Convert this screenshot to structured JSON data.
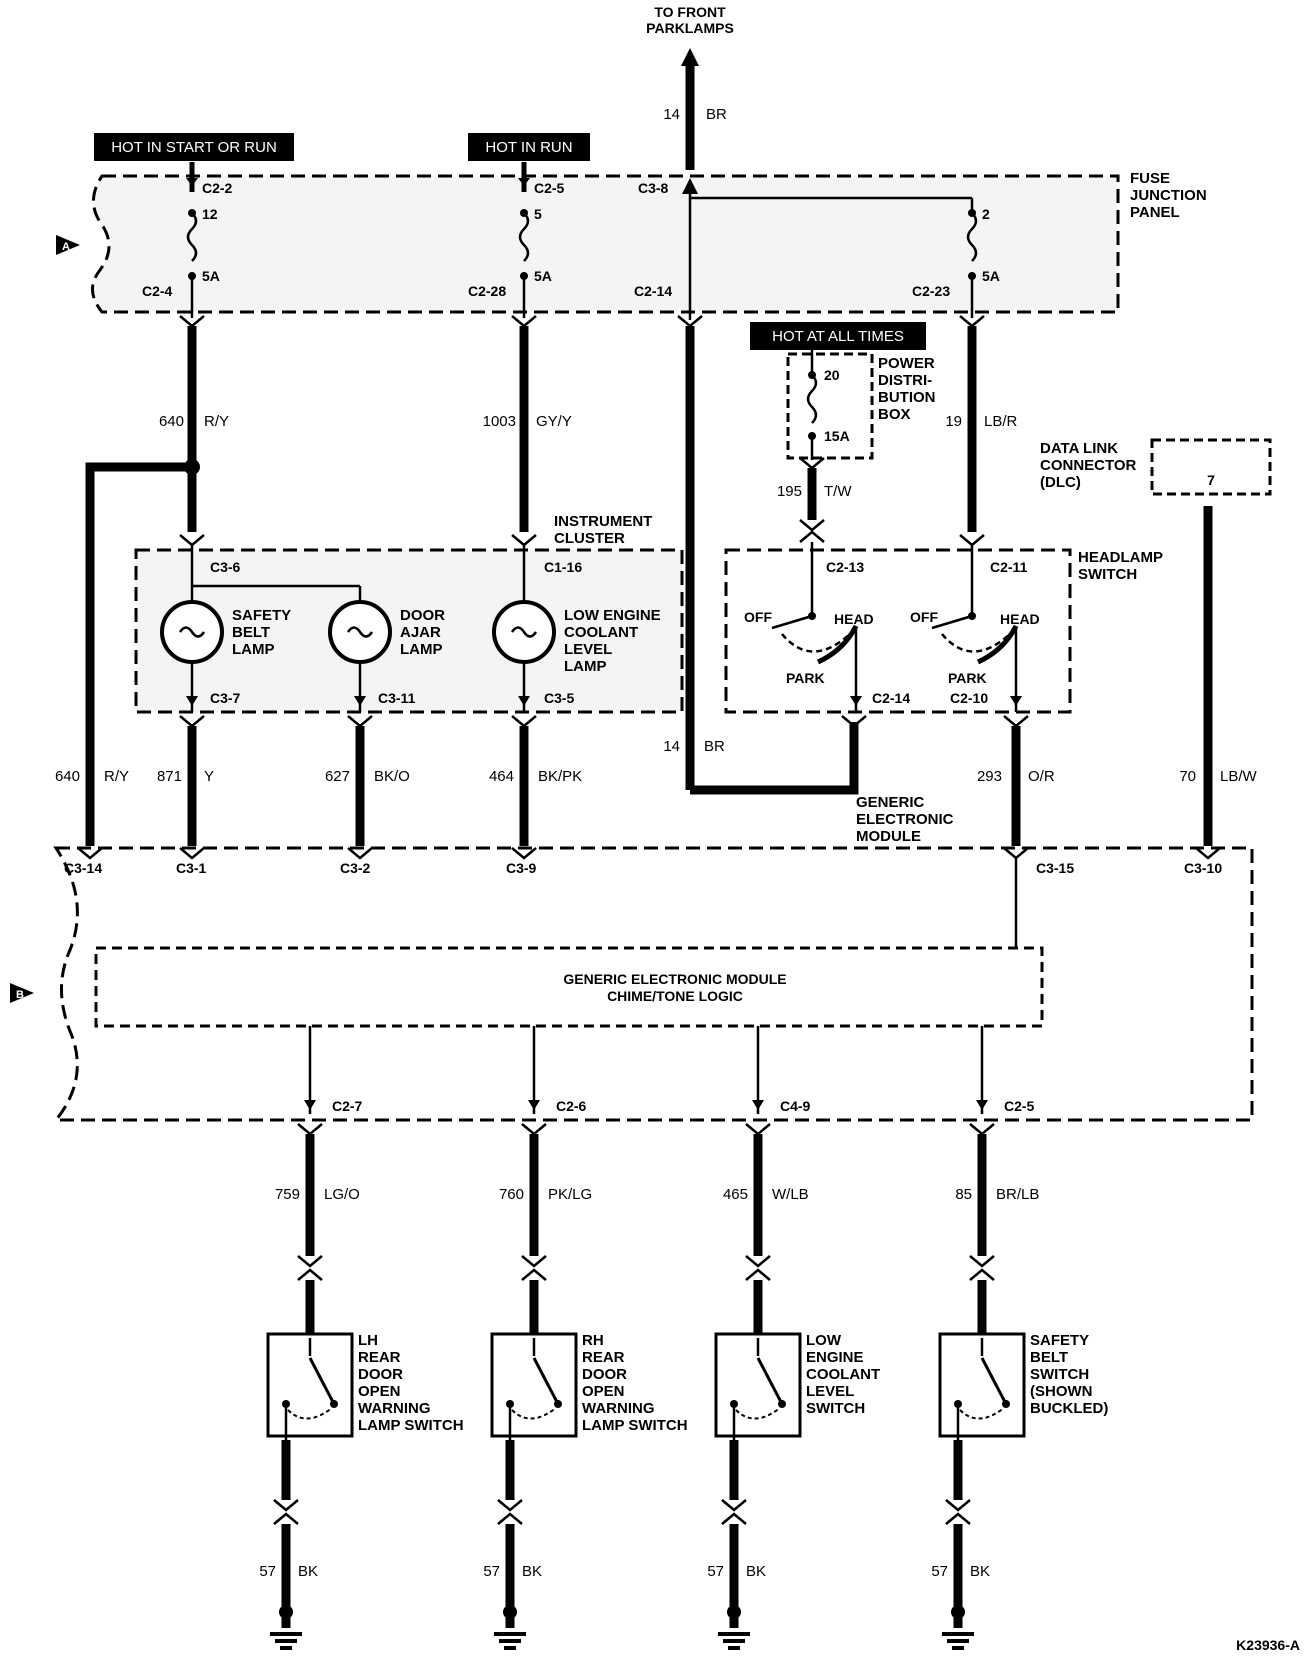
{
  "top": {
    "to_label": [
      "TO FRONT",
      "PARKLAMPS"
    ],
    "wire": "14",
    "color": "BR"
  },
  "banners": {
    "start_run": "HOT IN START OR RUN",
    "run": "HOT IN RUN",
    "all_times": "HOT AT ALL TIMES"
  },
  "fuse_panel": {
    "label": [
      "FUSE",
      "JUNCTION",
      "PANEL"
    ],
    "marker": "A",
    "fuses": [
      {
        "num": "12",
        "rating": "5A",
        "in": "C2-2",
        "out": "C2-4"
      },
      {
        "num": "5",
        "rating": "5A",
        "in": "C2-5",
        "out": "C2-28"
      },
      {
        "num": "2",
        "rating": "5A",
        "in": "",
        "out": "C2-23"
      }
    ],
    "bus_in": "C3-8",
    "bus_out": "C2-14"
  },
  "power_box": {
    "label": [
      "POWER",
      "DISTRI-",
      "BUTION",
      "BOX"
    ],
    "fuse": "20",
    "rating": "15A"
  },
  "wires_upper": [
    {
      "num": "640",
      "color": "R/Y"
    },
    {
      "num": "1003",
      "color": "GY/Y"
    },
    {
      "num": "195",
      "color": "T/W"
    },
    {
      "num": "19",
      "color": "LB/R"
    }
  ],
  "dlc": {
    "label": [
      "DATA LINK",
      "CONNECTOR",
      "(DLC)"
    ],
    "pin": "7"
  },
  "cluster": {
    "label": [
      "INSTRUMENT",
      "CLUSTER"
    ],
    "conn_top_a": "C3-6",
    "conn_top_b": "C1-16",
    "lamps": [
      {
        "label": [
          "SAFETY",
          "BELT",
          "LAMP"
        ],
        "conn": "C3-7"
      },
      {
        "label": [
          "DOOR",
          "AJAR",
          "LAMP"
        ],
        "conn": "C3-11"
      },
      {
        "label": [
          "LOW ENGINE",
          "COOLANT",
          "LEVEL",
          "LAMP"
        ],
        "conn": "C3-5"
      }
    ]
  },
  "headlamp": {
    "label": [
      "HEADLAMP",
      "SWITCH"
    ],
    "in_a": "C2-13",
    "in_b": "C2-11",
    "out_a": "C2-14",
    "out_b": "C2-10",
    "off": "OFF",
    "head": "HEAD",
    "park": "PARK"
  },
  "wires_mid": [
    {
      "num": "640",
      "color": "R/Y"
    },
    {
      "num": "871",
      "color": "Y"
    },
    {
      "num": "627",
      "color": "BK/O"
    },
    {
      "num": "464",
      "color": "BK/PK"
    },
    {
      "num": "14",
      "color": "BR"
    },
    {
      "num": "293",
      "color": "O/R"
    },
    {
      "num": "70",
      "color": "LB/W"
    }
  ],
  "gem": {
    "label": [
      "GENERIC",
      "ELECTRONIC",
      "MODULE"
    ],
    "marker": "B",
    "logic": [
      "GENERIC ELECTRONIC MODULE",
      "CHIME/TONE LOGIC"
    ],
    "top_conns": [
      "C3-14",
      "C3-1",
      "C3-2",
      "C3-9",
      "C3-15",
      "C3-10"
    ],
    "bottom_conns": [
      "C2-7",
      "C2-6",
      "C4-9",
      "C2-5"
    ]
  },
  "switches": [
    {
      "wire": "759",
      "color": "LG/O",
      "label": [
        "LH",
        "REAR",
        "DOOR",
        "OPEN",
        "WARNING",
        "LAMP SWITCH"
      ]
    },
    {
      "wire": "760",
      "color": "PK/LG",
      "label": [
        "RH",
        "REAR",
        "DOOR",
        "OPEN",
        "WARNING",
        "LAMP SWITCH"
      ]
    },
    {
      "wire": "465",
      "color": "W/LB",
      "label": [
        "LOW",
        "ENGINE",
        "COOLANT",
        "LEVEL",
        "SWITCH"
      ]
    },
    {
      "wire": "85",
      "color": "BR/LB",
      "label": [
        "SAFETY",
        "BELT",
        "SWITCH",
        "(SHOWN",
        "BUCKLED)"
      ]
    }
  ],
  "ground": {
    "wire": "57",
    "color": "BK"
  },
  "ref": "K23936-A"
}
